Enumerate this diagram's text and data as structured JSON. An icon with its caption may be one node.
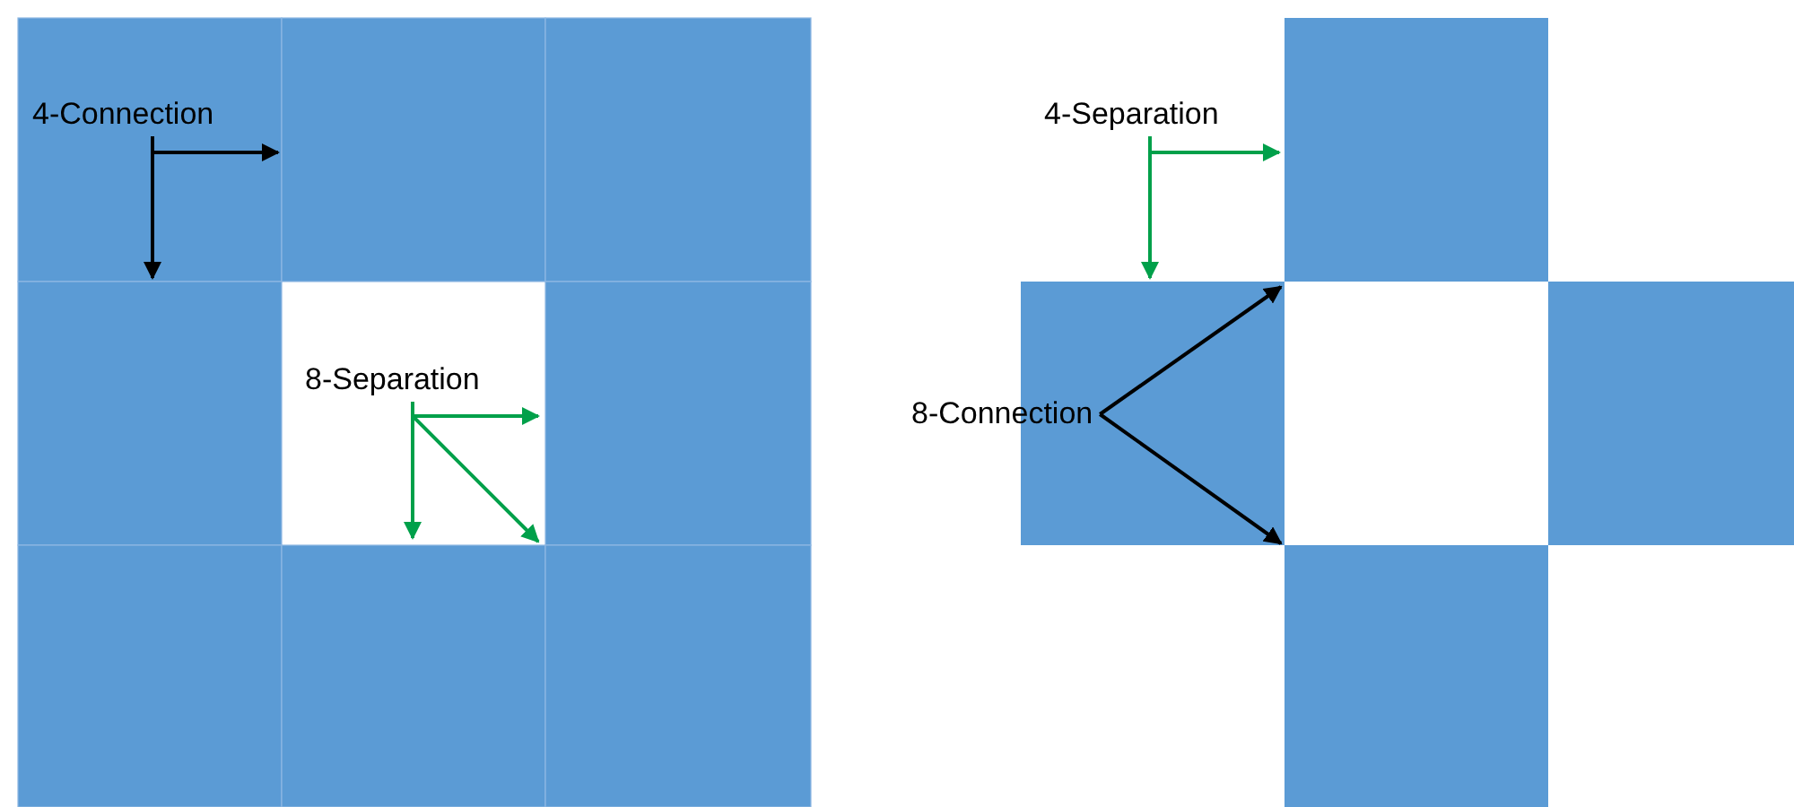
{
  "diagram": {
    "nodes": [
      {
        "text": [
          "4-Connection"
        ]
      },
      {
        "text": [
          "8-Separation"
        ]
      },
      {
        "text": [
          "4-Separation"
        ]
      },
      {
        "text": [
          "8-Connection"
        ]
      }
    ],
    "edges": [
      {
        "from": 0,
        "to": null,
        "arrow": "to",
        "color": "#000000"
      },
      {
        "from": 0,
        "to": null,
        "arrow": "to",
        "color": "#000000"
      },
      {
        "from": 1,
        "to": null,
        "arrow": "to",
        "color": "#00a04a"
      },
      {
        "from": 1,
        "to": null,
        "arrow": "to",
        "color": "#00a04a"
      },
      {
        "from": 1,
        "to": null,
        "arrow": "to",
        "color": "#00a04a"
      },
      {
        "from": 2,
        "to": null,
        "arrow": "to",
        "color": "#00a04a"
      },
      {
        "from": 2,
        "to": null,
        "arrow": "to",
        "color": "#00a04a"
      },
      {
        "from": 3,
        "to": null,
        "arrow": "to",
        "color": "#000000"
      },
      {
        "from": 3,
        "to": null,
        "arrow": "to",
        "color": "#000000"
      }
    ]
  }
}
